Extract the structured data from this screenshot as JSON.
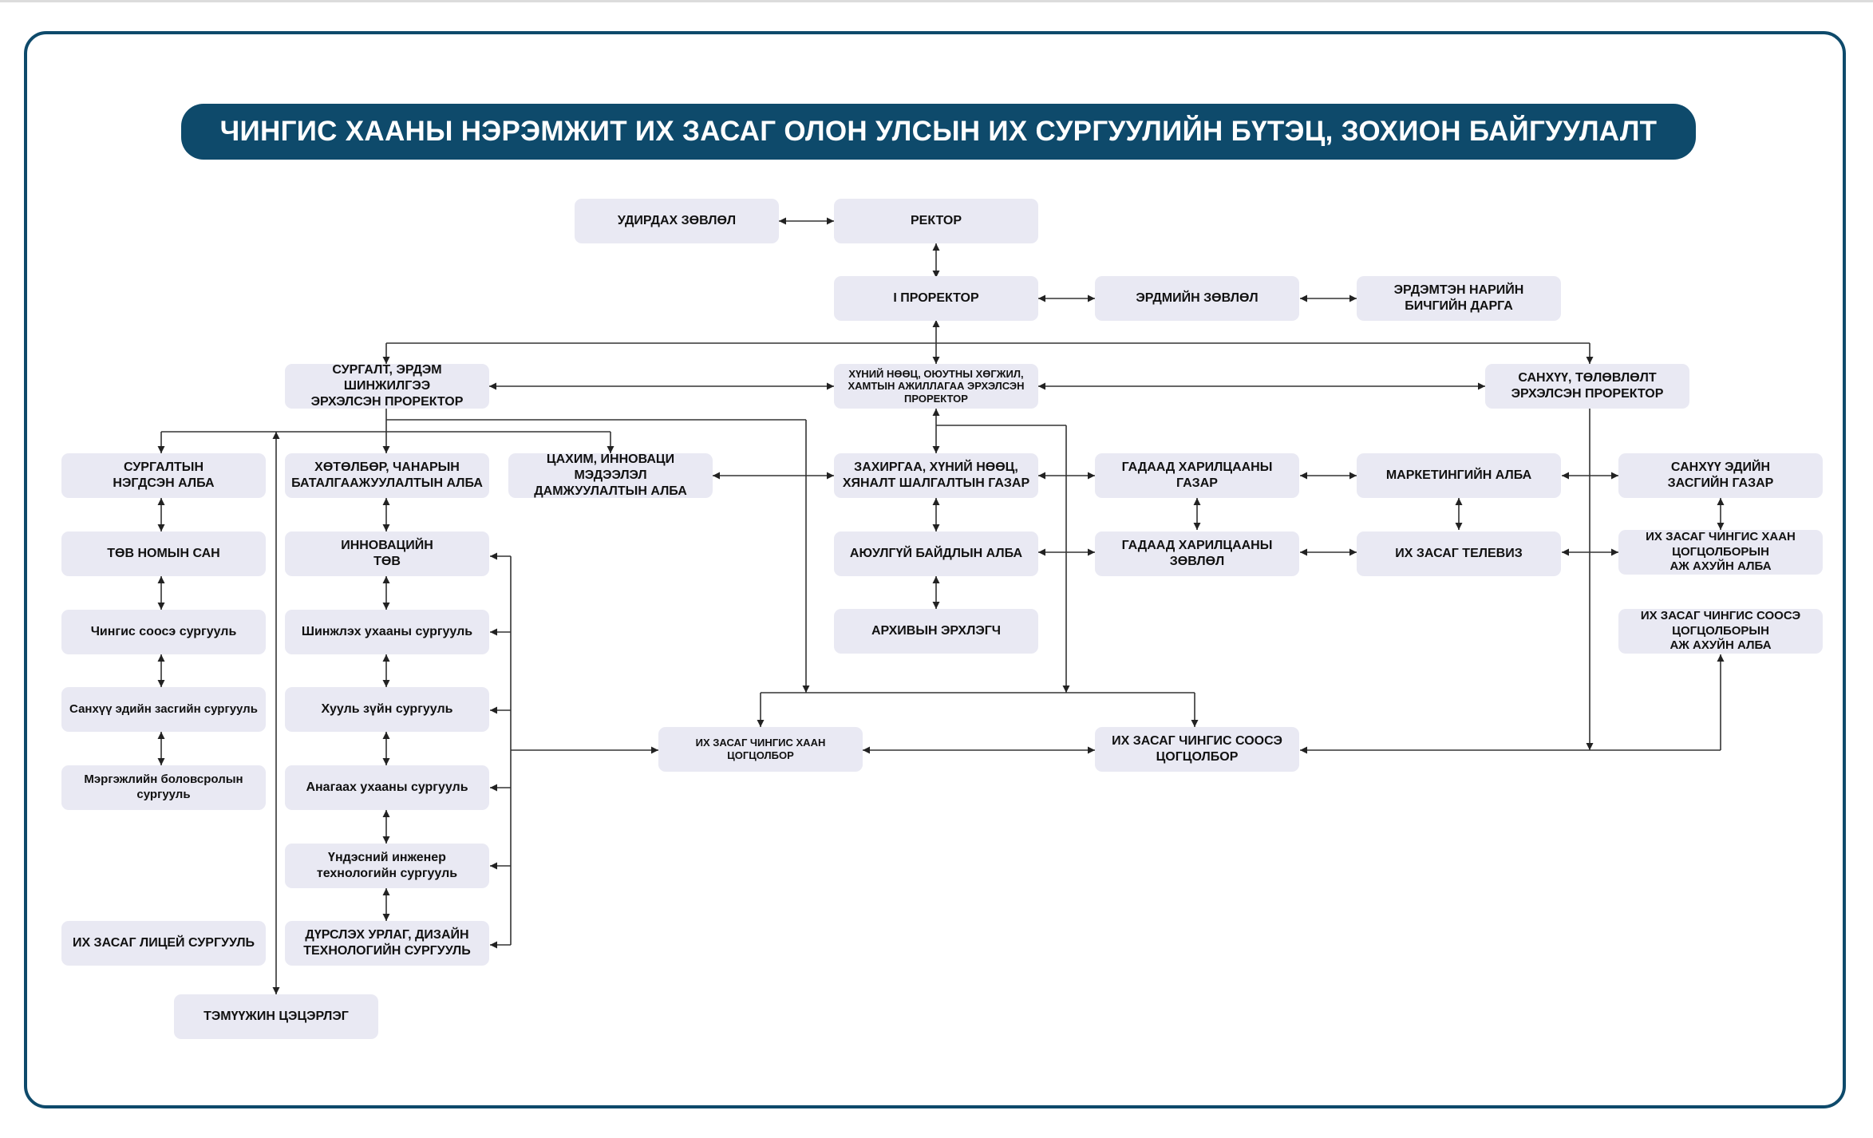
{
  "title": "ЧИНГИС ХААНЫ НЭРЭМЖИТ ИХ ЗАСАГ ОЛОН УЛСЫН ИХ СУРГУУЛИЙН  БҮТЭЦ, ЗОХИОН БАЙГУУЛАЛТ",
  "nodes": [
    {
      "id": "n1",
      "label": "УДИРДАХ ЗӨВЛӨЛ"
    },
    {
      "id": "n2",
      "label": "РЕКТОР"
    },
    {
      "id": "n3",
      "label": "I ПРОРЕКТОР"
    },
    {
      "id": "n4",
      "label": "ЭРДМИЙН ЗӨВЛӨЛ"
    },
    {
      "id": "n5",
      "label": "ЭРДЭМТЭН НАРИЙН\nБИЧГИЙН ДАРГА"
    },
    {
      "id": "n6",
      "label": "СУРГАЛТ, ЭРДЭМ ШИНЖИЛГЭЭ\nЭРХЭЛСЭН ПРОРЕКТОР"
    },
    {
      "id": "n7",
      "label": "ХҮНИЙ НӨӨЦ, ОЮУТНЫ ХӨГЖИЛ,\nХАМТЫН АЖИЛЛАГАА ЭРХЭЛСЭН\nПРОРЕКТОР"
    },
    {
      "id": "n8",
      "label": "САНХҮҮ, ТӨЛӨВЛӨЛТ\nЭРХЭЛСЭН ПРОРЕКТОР"
    },
    {
      "id": "n9",
      "label": "СУРГАЛТЫН\nНЭГДСЭН АЛБА"
    },
    {
      "id": "n10",
      "label": "ХӨТӨЛБӨР, ЧАНАРЫН\nБАТАЛГААЖУУЛАЛТЫН АЛБА"
    },
    {
      "id": "n11",
      "label": "ЦАХИМ, ИННОВАЦИ МЭДЭЭЛЭЛ\nДАМЖУУЛАЛТЫН АЛБА"
    },
    {
      "id": "n12",
      "label": "ЗАХИРГАА, ХҮНИЙ НӨӨЦ,\nХЯНАЛТ ШАЛГАЛТЫН ГАЗАР"
    },
    {
      "id": "n13",
      "label": "ГАДААД ХАРИЛЦААНЫ\nГАЗАР"
    },
    {
      "id": "n14",
      "label": "МАРКЕТИНГИЙН АЛБА"
    },
    {
      "id": "n15",
      "label": "САНХҮҮ  ЭДИЙН\nЗАСГИЙН ГАЗАР"
    },
    {
      "id": "n16",
      "label": "ТӨВ НОМЫН САН"
    },
    {
      "id": "n17",
      "label": "ИННОВАЦИЙН\nТӨВ"
    },
    {
      "id": "n18",
      "label": "АЮУЛГҮЙ БАЙДЛЫН АЛБА"
    },
    {
      "id": "n19",
      "label": "ГАДААД ХАРИЛЦААНЫ\nЗӨВЛӨЛ"
    },
    {
      "id": "n20",
      "label": "ИХ ЗАСАГ ТЕЛЕВИЗ"
    },
    {
      "id": "n21",
      "label": "ИХ ЗАСАГ ЧИНГИС ХААН\nЦОГЦОЛБОРЫН\nАЖ АХУЙН АЛБА"
    },
    {
      "id": "n22",
      "label": "Чингис соосэ сургууль"
    },
    {
      "id": "n23",
      "label": "Шинжлэх ухааны сургууль"
    },
    {
      "id": "n24",
      "label": "АРХИВЫН ЭРХЛЭГЧ"
    },
    {
      "id": "n25",
      "label": "ИХ ЗАСАГ ЧИНГИС СООСЭ\nЦОГЦОЛБОРЫН\nАЖ АХУЙН АЛБА"
    },
    {
      "id": "n26",
      "label": "Санхүү эдийн засгийн сургууль"
    },
    {
      "id": "n27",
      "label": "Хууль зүйн сургууль"
    },
    {
      "id": "n28",
      "label": "ИХ ЗАСАГ ЧИНГИС ХААН\nЦОГЦОЛБОР"
    },
    {
      "id": "n29",
      "label": "ИХ ЗАСАГ ЧИНГИС СООСЭ\nЦОГЦОЛБОР"
    },
    {
      "id": "n30",
      "label": "Мэргэжлийн боловсролын\nсургууль"
    },
    {
      "id": "n31",
      "label": "Анагаах ухааны сургууль"
    },
    {
      "id": "n32",
      "label": "Үндэсний инженер\nтехнологийн сургууль"
    },
    {
      "id": "n33",
      "label": "ИХ ЗАСАГ ЛИЦЕЙ СУРГУУЛЬ"
    },
    {
      "id": "n34",
      "label": "ДҮРСЛЭХ УРЛАГ, ДИЗАЙН\nТЕХНОЛОГИЙН СУРГУУЛЬ"
    },
    {
      "id": "n35",
      "label": "ТЭМҮҮЖИН ЦЭЦЭРЛЭГ"
    }
  ]
}
